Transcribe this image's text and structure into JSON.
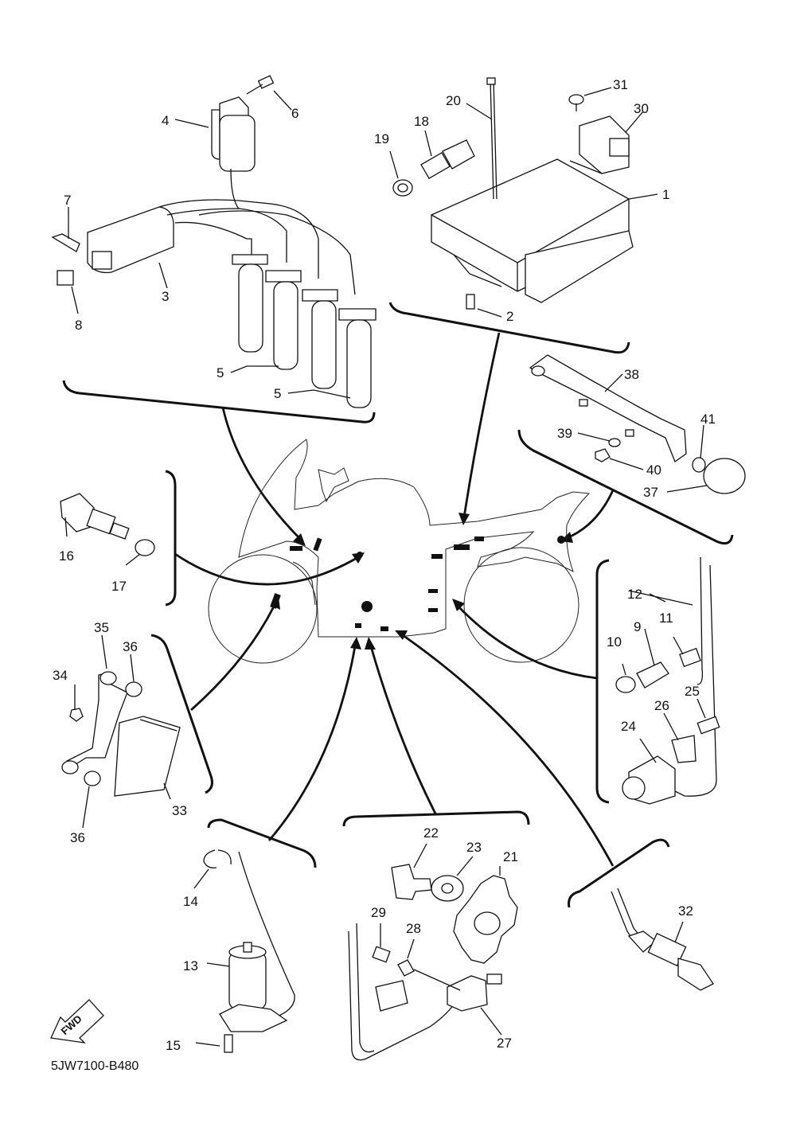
{
  "diagram": {
    "code": "5JW7100-B480",
    "fwd_label": "FWD",
    "callouts": [
      {
        "id": "c1",
        "label": "1"
      },
      {
        "id": "c2",
        "label": "2"
      },
      {
        "id": "c3",
        "label": "3"
      },
      {
        "id": "c4",
        "label": "4"
      },
      {
        "id": "c5a",
        "label": "5"
      },
      {
        "id": "c5b",
        "label": "5"
      },
      {
        "id": "c6",
        "label": "6"
      },
      {
        "id": "c7",
        "label": "7"
      },
      {
        "id": "c8",
        "label": "8"
      },
      {
        "id": "c9",
        "label": "9"
      },
      {
        "id": "c10",
        "label": "10"
      },
      {
        "id": "c11",
        "label": "11"
      },
      {
        "id": "c12",
        "label": "12"
      },
      {
        "id": "c13",
        "label": "13"
      },
      {
        "id": "c14",
        "label": "14"
      },
      {
        "id": "c15",
        "label": "15"
      },
      {
        "id": "c16",
        "label": "16"
      },
      {
        "id": "c17",
        "label": "17"
      },
      {
        "id": "c18",
        "label": "18"
      },
      {
        "id": "c19",
        "label": "19"
      },
      {
        "id": "c20",
        "label": "20"
      },
      {
        "id": "c21",
        "label": "21"
      },
      {
        "id": "c22",
        "label": "22"
      },
      {
        "id": "c23",
        "label": "23"
      },
      {
        "id": "c24",
        "label": "24"
      },
      {
        "id": "c25",
        "label": "25"
      },
      {
        "id": "c26",
        "label": "26"
      },
      {
        "id": "c27",
        "label": "27"
      },
      {
        "id": "c28",
        "label": "28"
      },
      {
        "id": "c29",
        "label": "29"
      },
      {
        "id": "c30",
        "label": "30"
      },
      {
        "id": "c31",
        "label": "31"
      },
      {
        "id": "c32",
        "label": "32"
      },
      {
        "id": "c33",
        "label": "33"
      },
      {
        "id": "c34",
        "label": "34"
      },
      {
        "id": "c35",
        "label": "35"
      },
      {
        "id": "c36a",
        "label": "36"
      },
      {
        "id": "c36b",
        "label": "36"
      },
      {
        "id": "c37",
        "label": "37"
      },
      {
        "id": "c38",
        "label": "38"
      },
      {
        "id": "c39",
        "label": "39"
      },
      {
        "id": "c40",
        "label": "40"
      },
      {
        "id": "c41",
        "label": "41"
      }
    ]
  }
}
